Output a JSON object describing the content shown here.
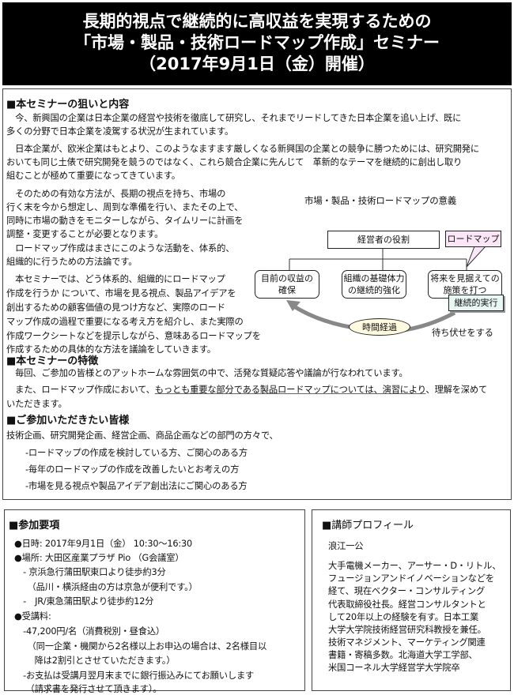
{
  "header": {
    "title_lines": [
      "長期的視点で継続的に高収益を実現するための",
      "「市場・製品・技術ロードマップ作成」セミナー",
      "（2017年9月1日（金）開催）"
    ]
  },
  "aims": {
    "heading": "■本セミナーの狙いと内容",
    "p1": [
      "　今、新興国の企業は日本企業の経営や技術を徹底して研究し、それまでリードしてきた日本企業を追い上げ、既に",
      "多くの分野で日本企業を凌駕する状況が生まれています。"
    ],
    "p2": [
      "　日本企業が、欧米企業はもとより、このようなますます厳しくなる新興国の企業との競争に勝つためには、研究開発に",
      "おいても同じ土俵で研究開発を競うのではなく、これら競合企業に先んじて　革新的なテーマを継続的に創出し取り",
      "組むことが極めて重要になってきています。"
    ],
    "p3": [
      "　そのための有効な方法が、長期の視点を持ち、市場の",
      "行く末を今から想定し、周到な準備を行い、またその上で、",
      "同時に市場の動きをモニターしながら、タイムリーに計画を",
      "調整・変更することが必要となります。"
    ],
    "p4": [
      "　ロードマップ作成はまさにこのような活動を、体系的、",
      "組織的に行うための方法論です。"
    ],
    "p5": [
      "　本セミナーでは、どう体系的、組織的にロードマップ",
      "作成を行うか について、市場を見る視点、製品アイデアを",
      "創出するための顧客価値の見つけ方など、実際のロード",
      "マップ作成の過程で重要になる考え方を紹介し、また実際の",
      "作成ワークシートなどを提示しながら、意味あるロードマップを",
      "作成するための具体的な方法を議論をしていきます。"
    ]
  },
  "diagram": {
    "title": "市場・製品・技術ロードマップの意義",
    "top": "経営者の役割",
    "callout": "ロードマップ",
    "boxes": [
      [
        "目前の収益の",
        "確保"
      ],
      [
        "組織の基礎体力",
        "の継続的強化"
      ],
      [
        "将来を見据えての",
        "施策を打つ"
      ]
    ],
    "exec": "継続的実行",
    "time": "時間経過",
    "ambush": "待ち伏せをする",
    "colors": {
      "callout": "#fbe6f8",
      "exec": "#e8f6f4",
      "time": "#fffbe0",
      "arrow": "#888888"
    }
  },
  "features": {
    "heading": "■本セミナーの特徴",
    "p1": "　毎回、ご参加の皆様とのアットホームな雰囲気の中で、活発な質疑応答や議論が行なわれています。",
    "p2_pre": "　また、ロードマップ作成において、",
    "p2_u": "もっとも重要な部分である製品ロードマップについては、演習により",
    "p2_post": "、理解を深めて",
    "p2_l2": "いただきます。"
  },
  "audience": {
    "heading": "■ご参加いただきたい皆様",
    "intro": "技術企画、研究開発企画、経営企画、商品企画などの部門の方々で、",
    "items": [
      "-ロードマップの作成を検討している方、ご関心のある方",
      "-毎年のロードマップの作成を改善したいとお考えの方",
      "-市場を見る視点や製品アイデア創出法にご関心のある方"
    ]
  },
  "details": {
    "heading": "■参加要項",
    "lines": [
      "●日時:  2017年9月1日（金） 10:30～16:30",
      "●場所:  大田区産業プラザ Pio （G会議室）",
      "　- 京浜急行蒲田駅東口より徒歩約3分",
      "　　（品川・横浜経由の方は京急が便利です。）",
      "　-　JR/東急蒲田駅より徒歩約12分",
      "●受講料:",
      "　-47,200円/名（消費税別・昼食込）",
      "　　（同一企業・機関から2名様以上お申込の場合は、2名様目以",
      "　　 降は2割引とさせていただきます。）",
      "　-お支払は受講月翌月末までに銀行振込みにてお願いします",
      "　 （請求書を発行させて頂きます）。"
    ]
  },
  "profile": {
    "heading": "■講師プロフィール",
    "name": "浪江一公",
    "lines": [
      "大手電機メーカー、アーサー・D・リトル、",
      "フュージョンアンドイノベーションなどを",
      "経て、現在ベクター・コンサルティング",
      "代表取締役社長。経営コンサルタントと",
      "して20年以上の経験を有す。日本工業",
      "大学大学院技術経営研究科教授を兼任。",
      "技術マネジメント、マーケティング関連",
      "書籍・寄稿多数。北海道大学工学部、",
      "米国コーネル大学経営学大学院卒"
    ]
  }
}
